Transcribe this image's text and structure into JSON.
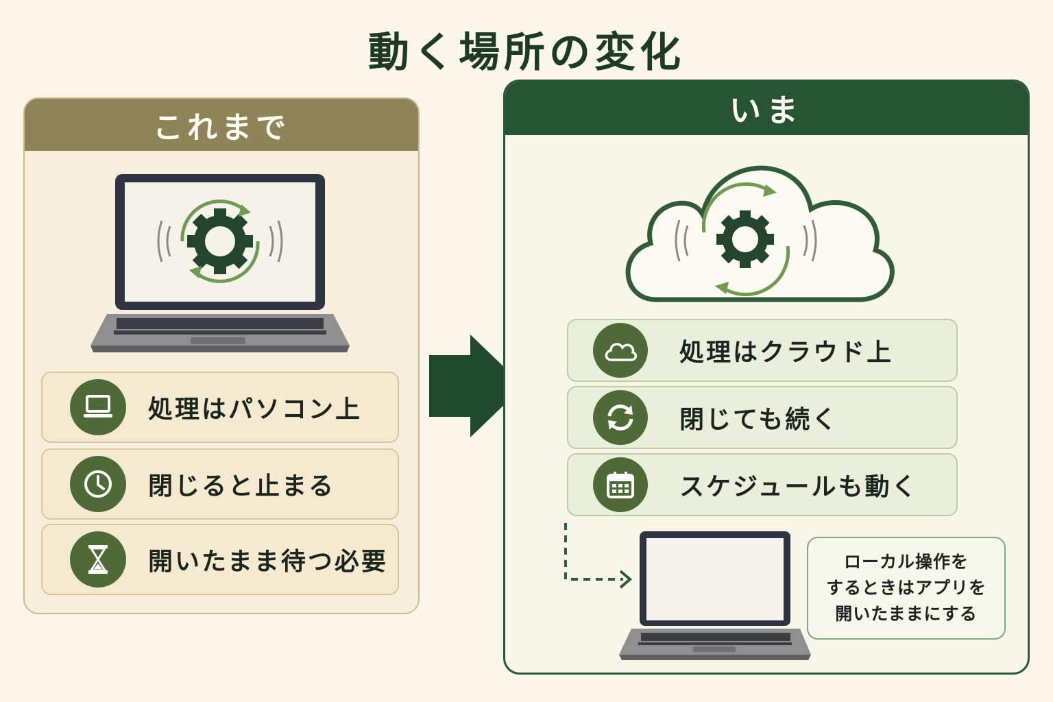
{
  "title": "動く場所の変化",
  "colors": {
    "dark_green": "#265433",
    "olive_header": "#8f8458",
    "icon_green": "#4e6a36",
    "accent_green": "#6f9a4f",
    "background": "#faf6ea"
  },
  "before": {
    "header": "これまで",
    "illustration": {
      "icon": "laptop-with-spinning-gear-icon"
    },
    "items": [
      {
        "icon": "laptop-icon",
        "label": "処理はパソコン上"
      },
      {
        "icon": "clock-icon",
        "label": "閉じると止まる"
      },
      {
        "icon": "hourglass-icon",
        "label": "開いたまま待つ必要"
      }
    ]
  },
  "transition_arrow": {
    "icon": "right-arrow-icon"
  },
  "after": {
    "header": "いま",
    "illustration": {
      "icon": "cloud-with-spinning-gear-icon"
    },
    "items": [
      {
        "icon": "cloud-icon",
        "label": "処理はクラウド上"
      },
      {
        "icon": "sync-icon",
        "label": "閉じても続く"
      },
      {
        "icon": "calendar-icon",
        "label": "スケジュールも動く"
      }
    ],
    "note": {
      "lines": [
        "ローカル操作を",
        "するときはアプリを",
        "開いたままにする"
      ]
    }
  }
}
